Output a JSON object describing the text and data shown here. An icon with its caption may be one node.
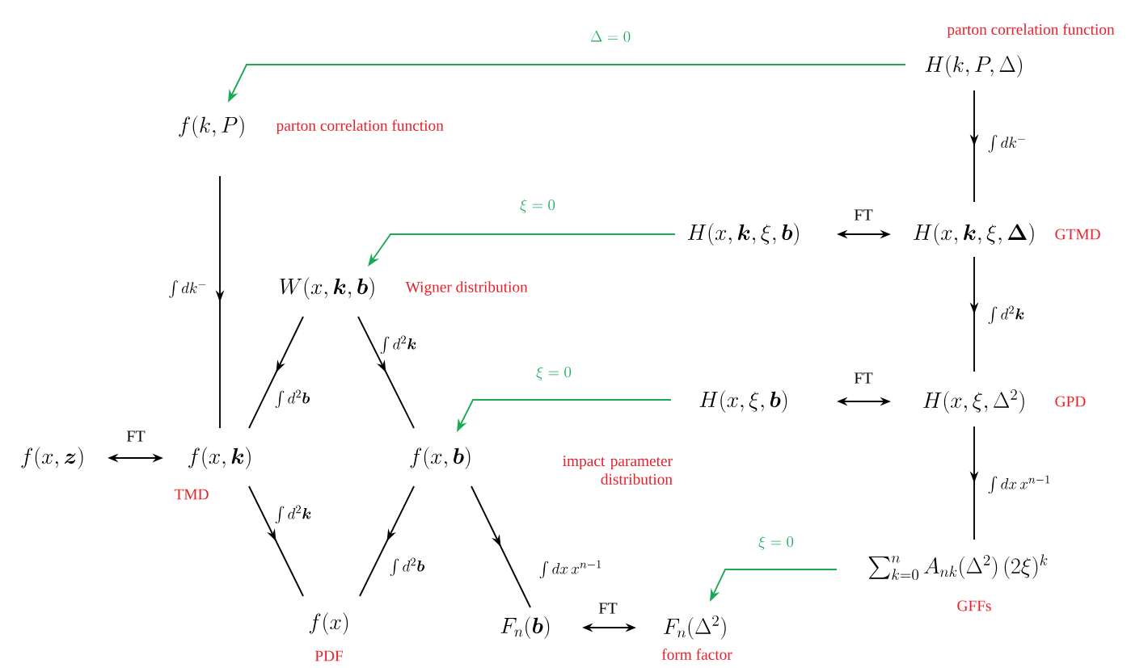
{
  "diagram": {
    "nodes": [
      {
        "text": [
          "H(k, P, \\Delta)"
        ],
        "beside": [
          "parton correlation function"
        ]
      },
      {
        "text": [
          "f(k, P)"
        ],
        "beside": [
          "parton correlation function"
        ]
      },
      {
        "text": [
          "H(x, \\boldsymbol{k}, \\xi, \\boldsymbol{b})"
        ]
      },
      {
        "text": [
          "H(x, \\boldsymbol{k}, \\xi, \\boldsymbol{\\Delta})"
        ],
        "beside": [
          "GTMD"
        ]
      },
      {
        "text": [
          "W(x, \\boldsymbol{k}, \\boldsymbol{b})"
        ],
        "beside": [
          "Wigner distribution"
        ]
      },
      {
        "text": [
          "H(x, \\xi, \\boldsymbol{b})"
        ]
      },
      {
        "text": [
          "H(x, \\xi, \\Delta^2)"
        ],
        "beside": [
          "GPD"
        ]
      },
      {
        "text": [
          "f(x, \\boldsymbol{z})"
        ]
      },
      {
        "text": [
          "f(x, \\boldsymbol{k})"
        ],
        "beside": [
          "TMD"
        ]
      },
      {
        "text": [
          "f(x, \\boldsymbol{b})"
        ],
        "beside": [
          "impact parameter distribution"
        ]
      },
      {
        "text": [
          "\\sum_{k=0}^{n} A_{nk}(\\Delta^2)\\,(2\\xi)^k"
        ],
        "beside": [
          "GFFs"
        ]
      },
      {
        "text": [
          "f(x)"
        ],
        "beside": [
          "PDF"
        ]
      },
      {
        "text": [
          "F_n(\\boldsymbol{b})"
        ]
      },
      {
        "text": [
          "F_n(\\Delta^2)"
        ],
        "beside": [
          "form factor"
        ]
      }
    ],
    "edges": [
      {
        "from": 0,
        "to": 1,
        "arrow": "to",
        "label": "\\Delta = 0",
        "color": "#1aaa55"
      },
      {
        "from": 0,
        "to": 3,
        "arrow": "to",
        "label": "\\int dk^-"
      },
      {
        "from": 1,
        "to": 8,
        "arrow": "to",
        "label": "\\int dk^-"
      },
      {
        "from": 2,
        "to": 3,
        "arrow": "both",
        "label": "\\mathrm{FT}"
      },
      {
        "from": 2,
        "to": 4,
        "arrow": "to",
        "label": "\\xi = 0",
        "color": "#1aaa55"
      },
      {
        "from": 3,
        "to": 6,
        "arrow": "to",
        "label": "\\int d^2\\boldsymbol{k}"
      },
      {
        "from": 4,
        "to": 8,
        "arrow": "to",
        "label": "\\int d^2\\boldsymbol{b}"
      },
      {
        "from": 4,
        "to": 9,
        "arrow": "to",
        "label": "\\int d^2\\boldsymbol{k}"
      },
      {
        "from": 5,
        "to": 6,
        "arrow": "both",
        "label": "\\mathrm{FT}"
      },
      {
        "from": 5,
        "to": 9,
        "arrow": "to",
        "label": "\\xi = 0",
        "color": "#1aaa55"
      },
      {
        "from": 6,
        "to": 10,
        "arrow": "to",
        "label": "\\int dx\\, x^{n-1}"
      },
      {
        "from": 7,
        "to": 8,
        "arrow": "both",
        "label": "\\mathrm{FT}"
      },
      {
        "from": 8,
        "to": 11,
        "arrow": "to",
        "label": "\\int d^2\\boldsymbol{k}"
      },
      {
        "from": 9,
        "to": 11,
        "arrow": "to",
        "label": "\\int d^2\\boldsymbol{b}"
      },
      {
        "from": 9,
        "to": 12,
        "arrow": "to",
        "label": "\\int dx\\, x^{n-1}"
      },
      {
        "from": 10,
        "to": 13,
        "arrow": "to",
        "label": "\\xi = 0",
        "color": "#1aaa55"
      },
      {
        "from": 12,
        "to": 13,
        "arrow": "both",
        "label": "\\mathrm{FT}"
      }
    ]
  }
}
